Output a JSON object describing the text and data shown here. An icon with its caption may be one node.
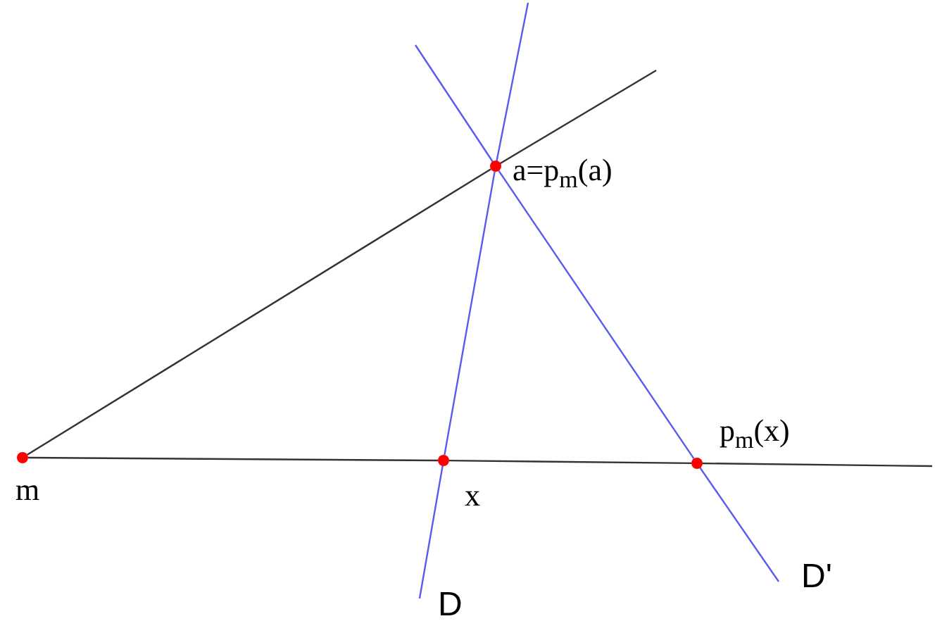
{
  "diagram": {
    "nodes": [
      {
        "text": [],
        "shape": "circle",
        "beside": [
          "m"
        ]
      },
      {
        "text": [],
        "shape": "circle",
        "beside": [
          "a=p$_{m}$(a)"
        ]
      },
      {
        "text": [],
        "shape": "circle",
        "beside": [
          "x"
        ]
      },
      {
        "text": [],
        "shape": "circle",
        "beside": [
          "p$_{m}$(x)"
        ]
      }
    ],
    "edges": [
      {
        "from": 0,
        "to": 1,
        "arrow": "none"
      },
      {
        "from": 0,
        "to": 2,
        "arrow": "none"
      },
      {
        "from": 2,
        "to": 3,
        "arrow": "none"
      },
      {
        "from": 2,
        "to": 1,
        "arrow": "none",
        "label": "D",
        "color": "#5a5af0"
      },
      {
        "from": 1,
        "to": 3,
        "arrow": "none",
        "label": "D'",
        "color": "#5a5af0"
      }
    ]
  }
}
